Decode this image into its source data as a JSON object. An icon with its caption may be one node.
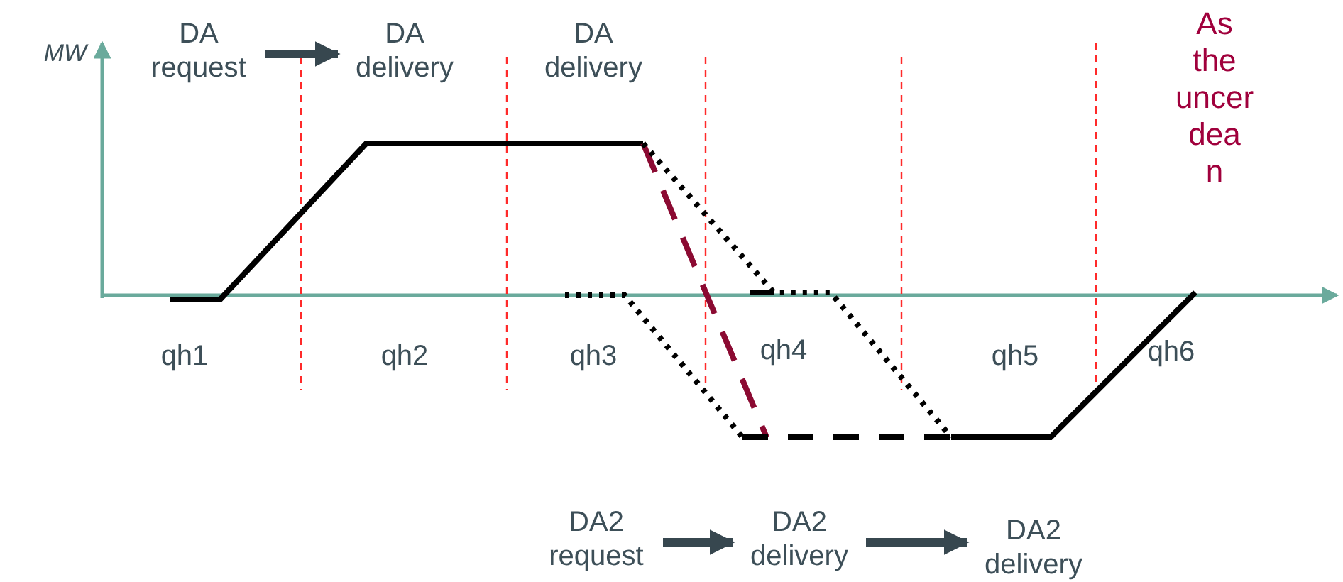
{
  "diagram": {
    "nodes": [
      {
        "text": [
          "DA request"
        ]
      },
      {
        "text": [
          "DA delivery"
        ]
      },
      {
        "text": [
          "DA2 request"
        ]
      },
      {
        "text": [
          "DA2 delivery"
        ]
      },
      {
        "text": [
          "DA2 delivery"
        ]
      }
    ],
    "edges": [
      {
        "from": 0,
        "to": 1,
        "arrow": "to"
      },
      {
        "from": 2,
        "to": 3,
        "arrow": "to"
      },
      {
        "from": 3,
        "to": 4,
        "arrow": "to"
      }
    ],
    "labels": [
      "MW",
      "DA delivery",
      "As the uncer dea n",
      "qh1",
      "qh2",
      "qh3",
      "qh4",
      "qh5",
      "qh6"
    ]
  }
}
